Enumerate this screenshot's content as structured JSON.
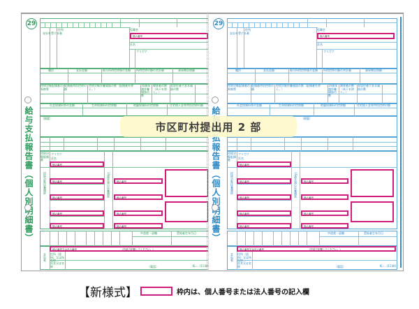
{
  "forms": [
    {
      "id": "left",
      "color": "#2e9a5c",
      "year_badge": "29",
      "vertical_title": "給与支払報告書（個人別明細書）",
      "header_labels": [
        "支払を受ける者",
        "住所",
        "個人番号",
        "役職名",
        "氏名",
        "フリガナ"
      ],
      "column_headers": [
        "種別",
        "支払金額",
        "給与所得控除後の金額",
        "所得控除の額の合計額",
        "源泉徴収税額"
      ],
      "row2_headers": [
        "控除対象配偶者の有無等",
        "老人",
        "配偶者特別控除の額",
        "控除対象扶養親族の数（配偶者を除く。）",
        "特定",
        "老人",
        "その他",
        "16歳未満扶養親族の数",
        "障害者の数（本人を除く。）",
        "非居住者である親族の数"
      ],
      "row3_headers": [
        "社会保険料等の金額",
        "生命保険料の控除額",
        "地震保険料の控除額",
        "住宅借入金等特別控除の額"
      ],
      "summary_label": "（摘要）",
      "dependent_labels": [
        "控除対象配偶者",
        "控除対象扶養親族",
        "16歳未満の扶養親族"
      ],
      "field_labels": [
        "フリガナ",
        "氏名",
        "個人番号"
      ],
      "bottom_headers": [
        "未成年者",
        "外国人",
        "死亡退職",
        "災害者",
        "乙欄",
        "本人が障害者",
        "寡婦",
        "寡夫",
        "勤労学生",
        "中途就・退職",
        "受給者生年月日"
      ],
      "payer_label": "支払者",
      "payer_fields": [
        "個人番号又は法人番号",
        "住所（居所）又は所在地",
        "氏名又は名称"
      ],
      "payer_note": "（右詰で記載してください。）",
      "phone_label": "（電話）",
      "form_code": "KL-...(11)86"
    },
    {
      "id": "right",
      "color": "#2f8ac4",
      "year_badge": "29",
      "vertical_title": "給与支払報告書（個人別明細書）",
      "header_labels": [
        "支払を受ける者",
        "住所",
        "個人番号",
        "役職名",
        "氏名",
        "フリガナ"
      ],
      "column_headers": [
        "種別",
        "支払金額",
        "給与所得控除後の金額",
        "所得控除の額の合計額",
        "源泉徴収税額"
      ],
      "row2_headers": [
        "控除対象配偶者の有無等",
        "老人",
        "配偶者特別控除の額",
        "控除対象扶養親族の数（配偶者を除く。）",
        "特定",
        "老人",
        "その他",
        "16歳未満扶養親族の数",
        "障害者の数（本人を除く。）",
        "非居住者である親族の数"
      ],
      "row3_headers": [
        "社会保険料等の金額",
        "生命保険料の控除額",
        "地震保険料の控除額",
        "住宅借入金等特別控除の額"
      ],
      "summary_label": "（摘要）",
      "dependent_labels": [
        "控除対象配偶者",
        "控除対象扶養親族",
        "16歳未満の扶養親族"
      ],
      "field_labels": [
        "フリガナ",
        "氏名",
        "個人番号"
      ],
      "bottom_headers": [
        "未成年者",
        "外国人",
        "死亡退職",
        "災害者",
        "乙欄",
        "本人が障害者",
        "寡婦",
        "寡夫",
        "勤労学生",
        "中途就・退職",
        "受給者生年月日"
      ],
      "payer_label": "支払者",
      "payer_fields": [
        "個人番号又は法人番号",
        "住所（居所）又は所在地",
        "氏名又は名称"
      ],
      "payer_note": "（右詰で記載してください。）",
      "phone_label": "（電話）",
      "form_code": "KL-...(11)86"
    }
  ],
  "banner": {
    "text": "市区町村提出用 2 部",
    "color": "#fff8c8"
  },
  "legend": {
    "title": "【新様式】",
    "description": "枠内は、個人番号または法人番号の記入欄",
    "swatch_color": "#d01c7a"
  }
}
